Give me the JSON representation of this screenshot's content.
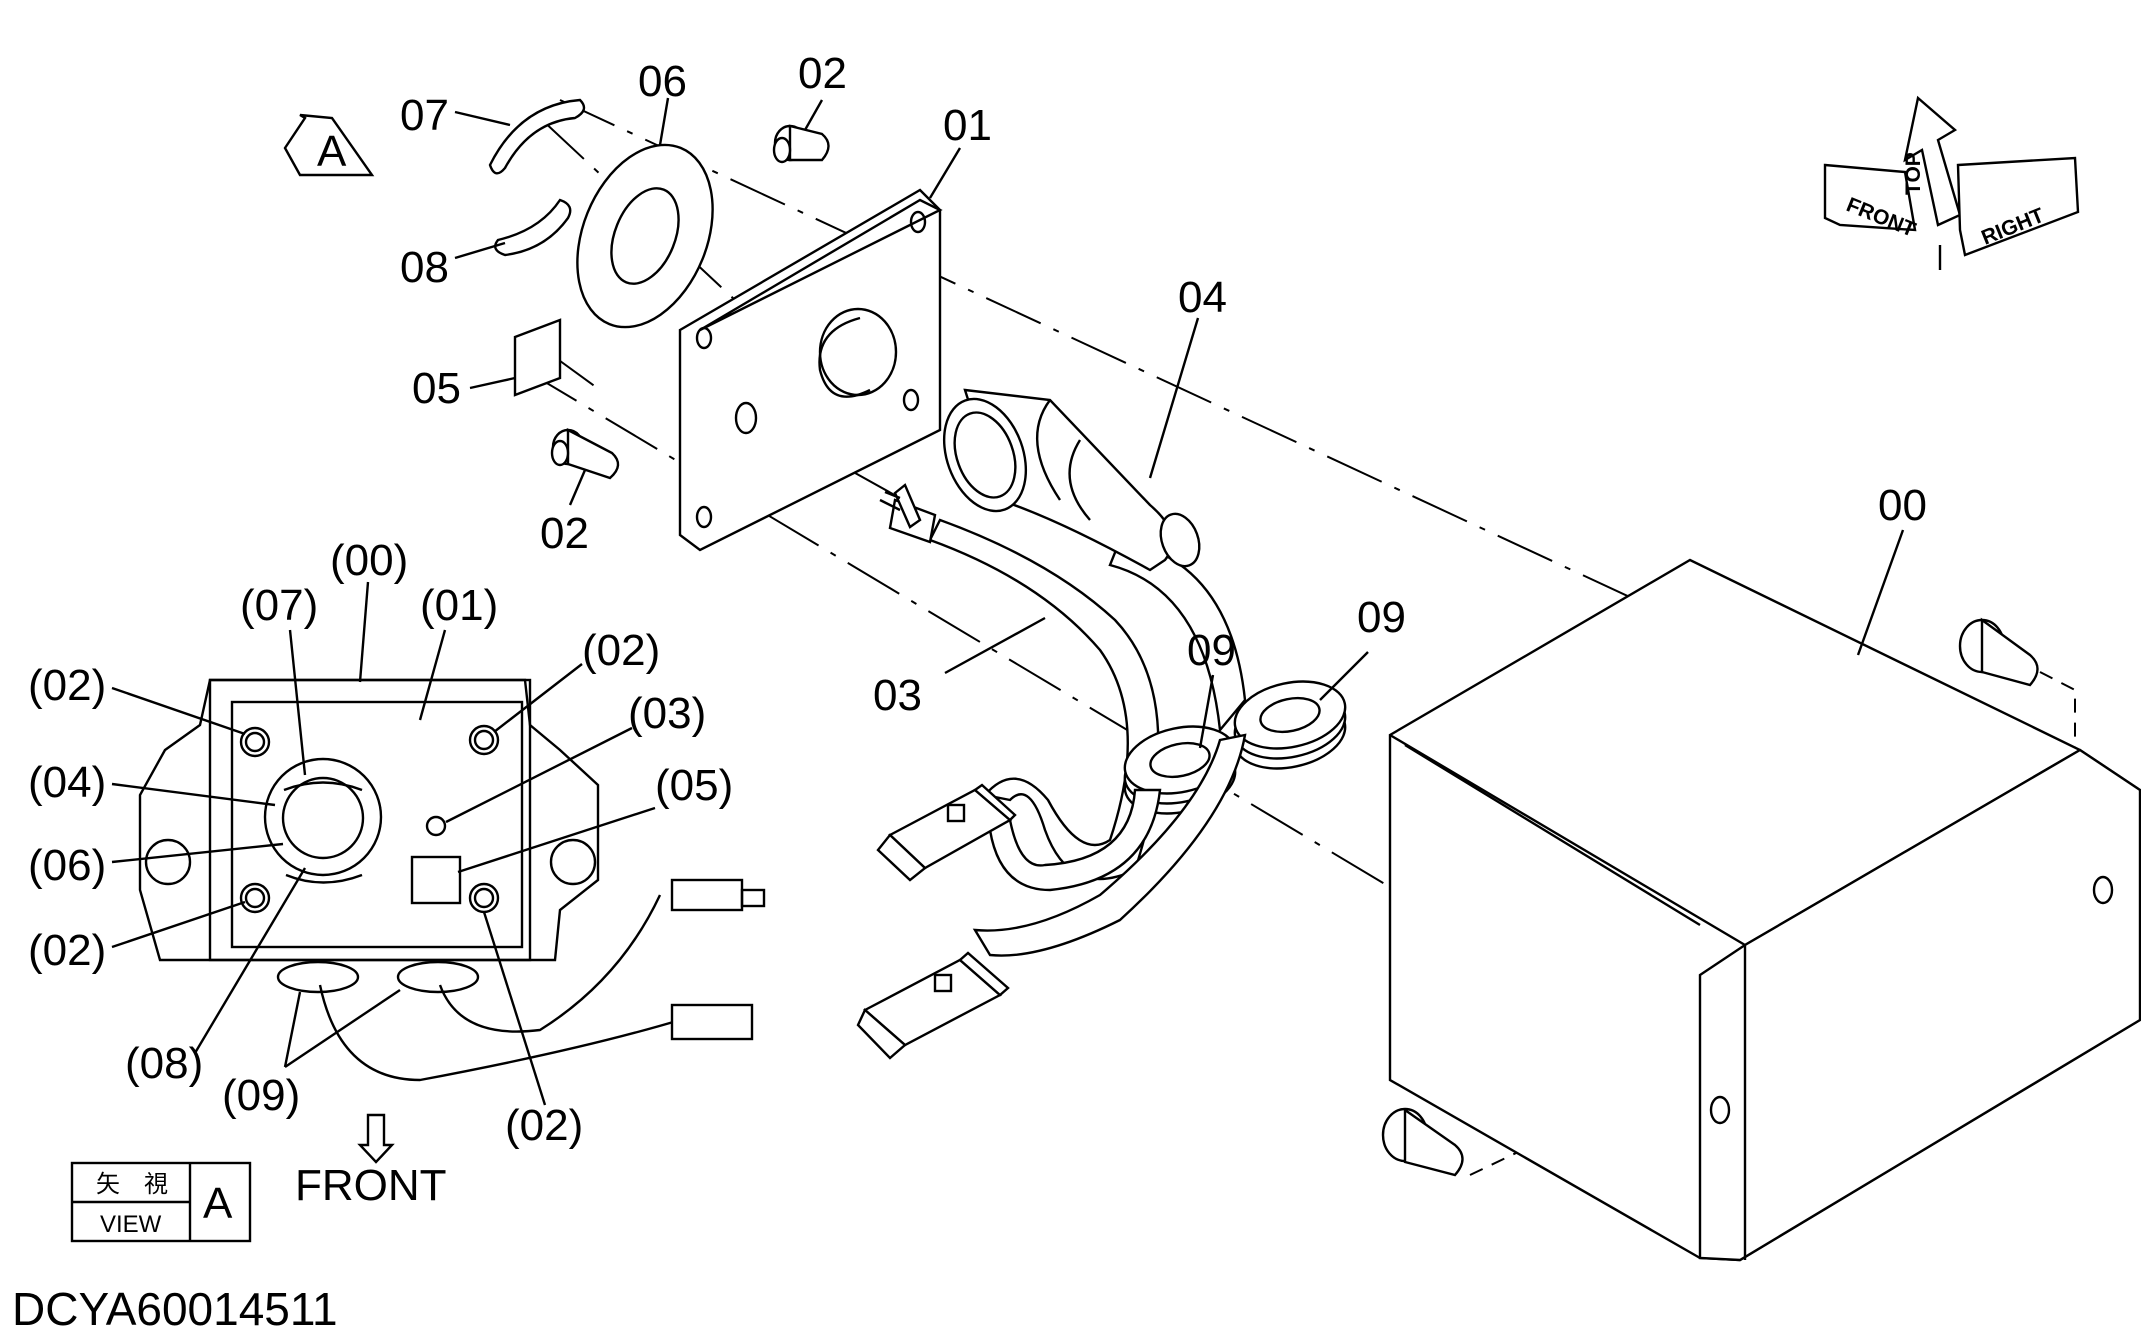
{
  "diagram": {
    "labels": {
      "p00": "00",
      "p01": "01",
      "p02a": "02",
      "p02b": "02",
      "p03": "03",
      "p04": "04",
      "p05": "05",
      "p06": "06",
      "p07": "07",
      "p08": "08",
      "p09a": "09",
      "p09b": "09"
    },
    "view_labels": {
      "v00": "(00)",
      "v01": "(01)",
      "v02a": "(02)",
      "v02b": "(02)",
      "v02c": "(02)",
      "v02d": "(02)",
      "v03": "(03)",
      "v04": "(04)",
      "v05": "(05)",
      "v06": "(06)",
      "v07": "(07)",
      "v08": "(08)",
      "v09": "(09)"
    },
    "view_arrow_letter": "A",
    "front_arrow_text": "FRONT",
    "view_box": {
      "kanji": "矢　視",
      "view": "VIEW",
      "letter": "A"
    },
    "orientation": {
      "top": "TOP",
      "front": "FRONT",
      "right": "RIGHT"
    },
    "drawing_code": "DCYA60014511"
  }
}
